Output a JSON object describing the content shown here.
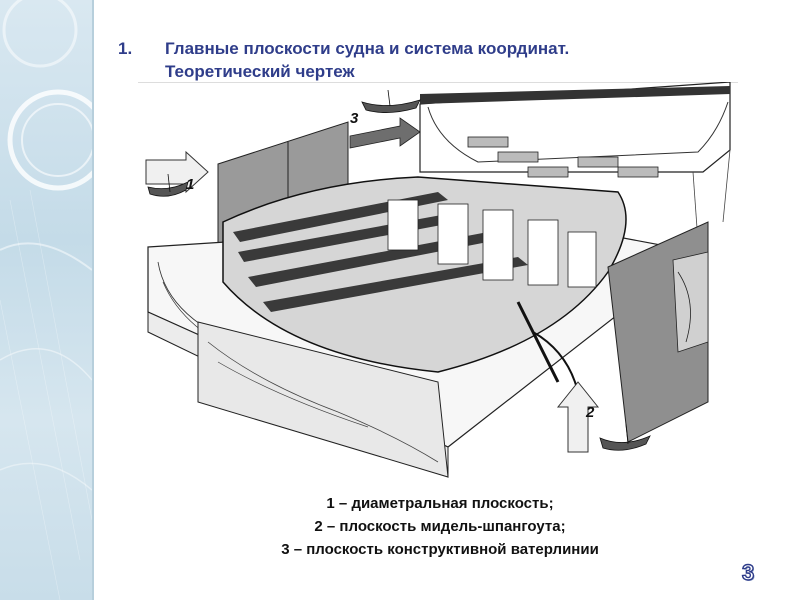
{
  "slide": {
    "list_number": "1.",
    "title_line1": "Главные плоскости судна и система координат.",
    "title_line2": "Теоретический чертеж",
    "page_number": "3"
  },
  "figure": {
    "plane_labels": [
      "1",
      "2",
      "3"
    ]
  },
  "caption": {
    "line1": "1 – диаметральная плоскость;",
    "line2": "2 – плоскость мидель-шпангоута;",
    "line3": "3 – плоскость конструктивной ватерлинии"
  },
  "colors": {
    "title": "#2f3d8a",
    "sidebar": "#d3e4ee",
    "page_number_outline": "#2e3c8a"
  }
}
